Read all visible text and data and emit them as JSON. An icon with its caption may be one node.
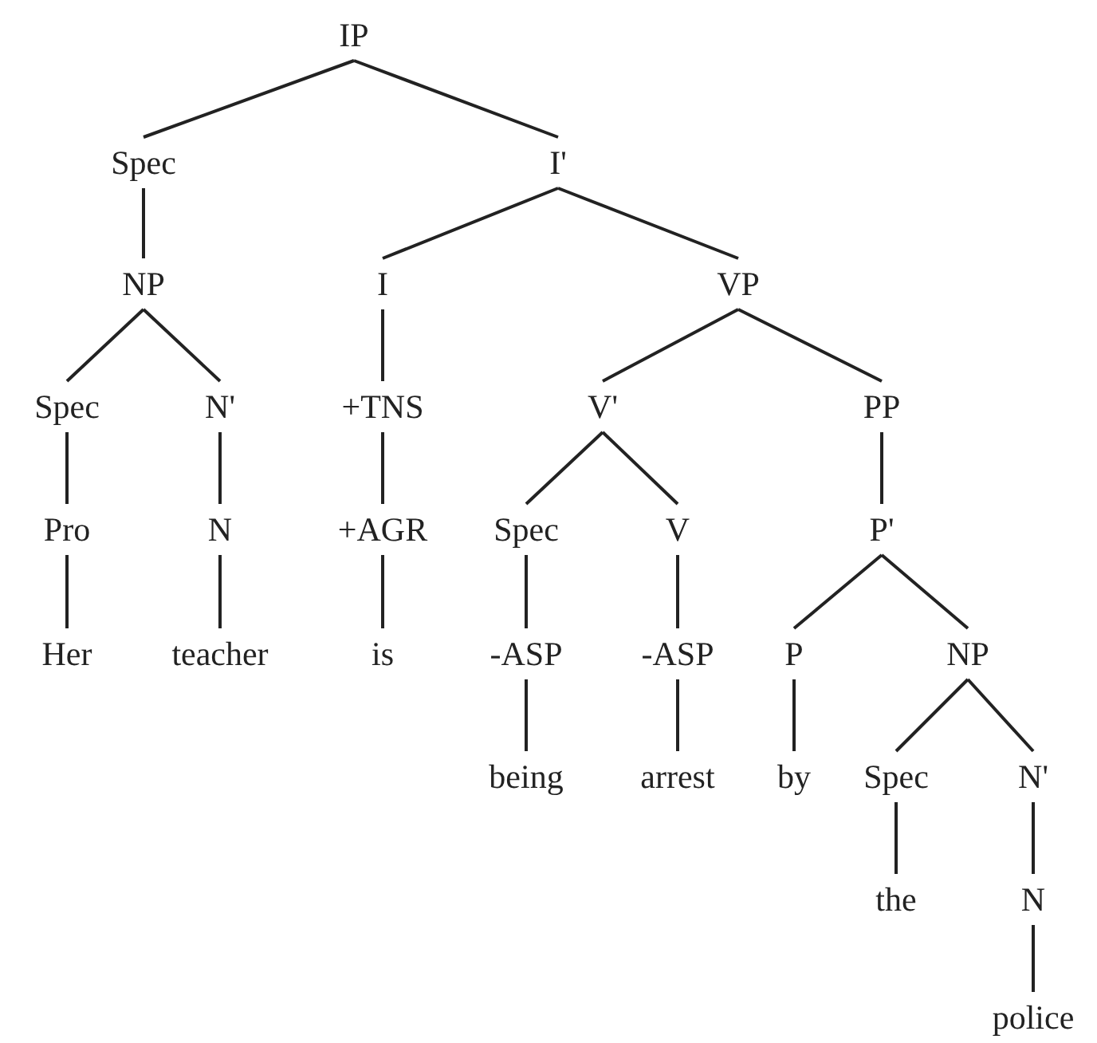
{
  "diagram": {
    "nodes": [
      {
        "text": [
          "IP"
        ]
      },
      {
        "text": [
          "Spec"
        ]
      },
      {
        "text": [
          "I'"
        ]
      },
      {
        "text": [
          "NP"
        ]
      },
      {
        "text": [
          "I"
        ]
      },
      {
        "text": [
          "VP"
        ]
      },
      {
        "text": [
          "Spec"
        ]
      },
      {
        "text": [
          "N'"
        ]
      },
      {
        "text": [
          "+TNS"
        ]
      },
      {
        "text": [
          "V'"
        ]
      },
      {
        "text": [
          "PP"
        ]
      },
      {
        "text": [
          "Pro"
        ]
      },
      {
        "text": [
          "N"
        ]
      },
      {
        "text": [
          "+AGR"
        ]
      },
      {
        "text": [
          "Spec"
        ]
      },
      {
        "text": [
          "V"
        ]
      },
      {
        "text": [
          "P'"
        ]
      },
      {
        "text": [
          "Her"
        ]
      },
      {
        "text": [
          "teacher"
        ]
      },
      {
        "text": [
          "is"
        ]
      },
      {
        "text": [
          "-ASP"
        ]
      },
      {
        "text": [
          "-ASP"
        ]
      },
      {
        "text": [
          "P"
        ]
      },
      {
        "text": [
          "NP"
        ]
      },
      {
        "text": [
          "being"
        ]
      },
      {
        "text": [
          "arrest"
        ]
      },
      {
        "text": [
          "by"
        ]
      },
      {
        "text": [
          "Spec"
        ]
      },
      {
        "text": [
          "N'"
        ]
      },
      {
        "text": [
          "the"
        ]
      },
      {
        "text": [
          "N"
        ]
      },
      {
        "text": [
          "police"
        ]
      }
    ],
    "edges": [
      {
        "from": 0,
        "to": 1,
        "arrow": "none"
      },
      {
        "from": 0,
        "to": 2,
        "arrow": "none"
      },
      {
        "from": 1,
        "to": 3,
        "arrow": "none"
      },
      {
        "from": 2,
        "to": 4,
        "arrow": "none"
      },
      {
        "from": 2,
        "to": 5,
        "arrow": "none"
      },
      {
        "from": 3,
        "to": 6,
        "arrow": "none"
      },
      {
        "from": 3,
        "to": 7,
        "arrow": "none"
      },
      {
        "from": 4,
        "to": 8,
        "arrow": "none"
      },
      {
        "from": 5,
        "to": 9,
        "arrow": "none"
      },
      {
        "from": 5,
        "to": 10,
        "arrow": "none"
      },
      {
        "from": 6,
        "to": 11,
        "arrow": "none"
      },
      {
        "from": 7,
        "to": 12,
        "arrow": "none"
      },
      {
        "from": 8,
        "to": 13,
        "arrow": "none"
      },
      {
        "from": 9,
        "to": 14,
        "arrow": "none"
      },
      {
        "from": 9,
        "to": 15,
        "arrow": "none"
      },
      {
        "from": 10,
        "to": 16,
        "arrow": "none"
      },
      {
        "from": 11,
        "to": 17,
        "arrow": "none"
      },
      {
        "from": 12,
        "to": 18,
        "arrow": "none"
      },
      {
        "from": 13,
        "to": 19,
        "arrow": "none"
      },
      {
        "from": 14,
        "to": 20,
        "arrow": "none"
      },
      {
        "from": 15,
        "to": 21,
        "arrow": "none"
      },
      {
        "from": 16,
        "to": 22,
        "arrow": "none"
      },
      {
        "from": 16,
        "to": 23,
        "arrow": "none"
      },
      {
        "from": 20,
        "to": 24,
        "arrow": "none"
      },
      {
        "from": 21,
        "to": 25,
        "arrow": "none"
      },
      {
        "from": 22,
        "to": 26,
        "arrow": "none"
      },
      {
        "from": 23,
        "to": 27,
        "arrow": "none"
      },
      {
        "from": 23,
        "to": 28,
        "arrow": "none"
      },
      {
        "from": 27,
        "to": 29,
        "arrow": "none"
      },
      {
        "from": 28,
        "to": 30,
        "arrow": "none"
      },
      {
        "from": 30,
        "to": 31,
        "arrow": "none"
      }
    ]
  }
}
